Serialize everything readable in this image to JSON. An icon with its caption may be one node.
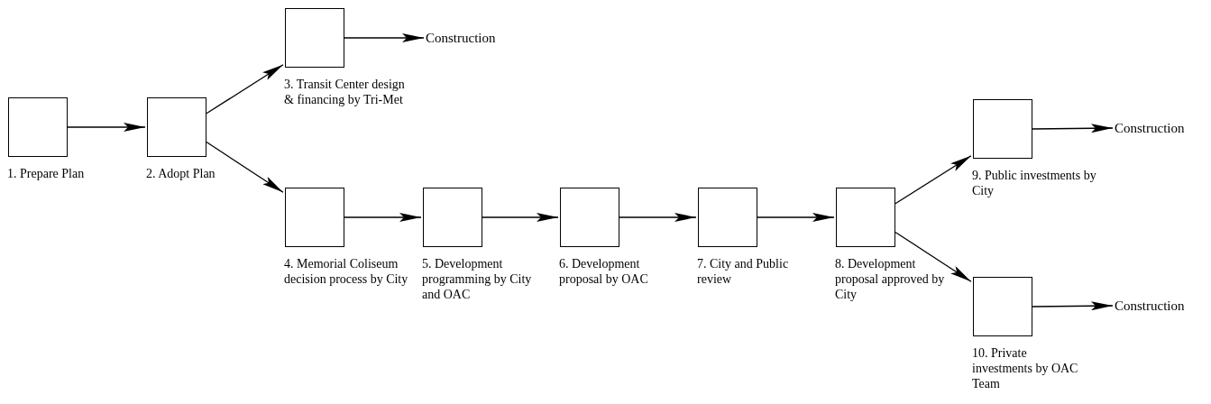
{
  "diagram": {
    "nodes": [
      {
        "text": [],
        "shape": "box",
        "beside": [
          "1. Prepare Plan"
        ]
      },
      {
        "text": [],
        "shape": "box",
        "beside": [
          "2. Adopt Plan"
        ]
      },
      {
        "text": [],
        "shape": "box",
        "beside": [
          "3. Transit Center design & financing by Tri-Met"
        ]
      },
      {
        "text": [],
        "shape": "box",
        "beside": [
          "4. Memorial Coliseum decision process by City"
        ]
      },
      {
        "text": [],
        "shape": "box",
        "beside": [
          "5. Development programming by City and OAC"
        ]
      },
      {
        "text": [],
        "shape": "box",
        "beside": [
          "6. Development proposal by OAC"
        ]
      },
      {
        "text": [],
        "shape": "box",
        "beside": [
          "7. City and Public review"
        ]
      },
      {
        "text": [],
        "shape": "box",
        "beside": [
          "8. Development proposal approved by City"
        ]
      },
      {
        "text": [],
        "shape": "box",
        "beside": [
          "9. Public investments by City"
        ]
      },
      {
        "text": [],
        "shape": "box",
        "beside": [
          "10. Private investments by OAC Team"
        ]
      },
      {
        "text": [
          "Construction"
        ]
      },
      {
        "text": [
          "Construction"
        ]
      },
      {
        "text": [
          "Construction"
        ]
      }
    ],
    "edges": [
      {
        "from": 0,
        "to": 1,
        "arrow": "to"
      },
      {
        "from": 1,
        "to": 2,
        "arrow": "to"
      },
      {
        "from": 1,
        "to": 3,
        "arrow": "to"
      },
      {
        "from": 2,
        "to": 10,
        "arrow": "to"
      },
      {
        "from": 3,
        "to": 4,
        "arrow": "to"
      },
      {
        "from": 4,
        "to": 5,
        "arrow": "to"
      },
      {
        "from": 5,
        "to": 6,
        "arrow": "to"
      },
      {
        "from": 6,
        "to": 7,
        "arrow": "to"
      },
      {
        "from": 7,
        "to": 8,
        "arrow": "to"
      },
      {
        "from": 7,
        "to": 9,
        "arrow": "to"
      },
      {
        "from": 8,
        "to": 11,
        "arrow": "to"
      },
      {
        "from": 9,
        "to": 12,
        "arrow": "to"
      }
    ]
  }
}
